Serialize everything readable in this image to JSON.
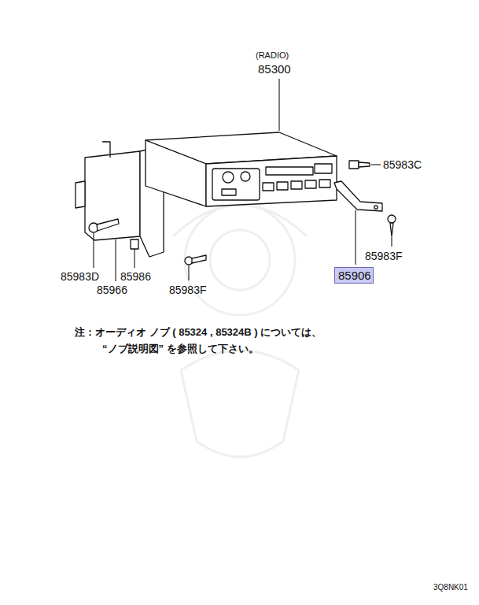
{
  "diagram": {
    "nodes": [
      {
        "text": [
          "85906"
        ]
      }
    ],
    "labels": [
      "(RADIO)",
      "85300",
      "85983C",
      "85983F",
      "85983D",
      "85986",
      "85966",
      "85983F",
      "注：オーディオ ノブ ( 85324 , 85324B ) については、",
      "“ノブ説明図” を参照して下さい。",
      "3Q8NK01"
    ]
  }
}
